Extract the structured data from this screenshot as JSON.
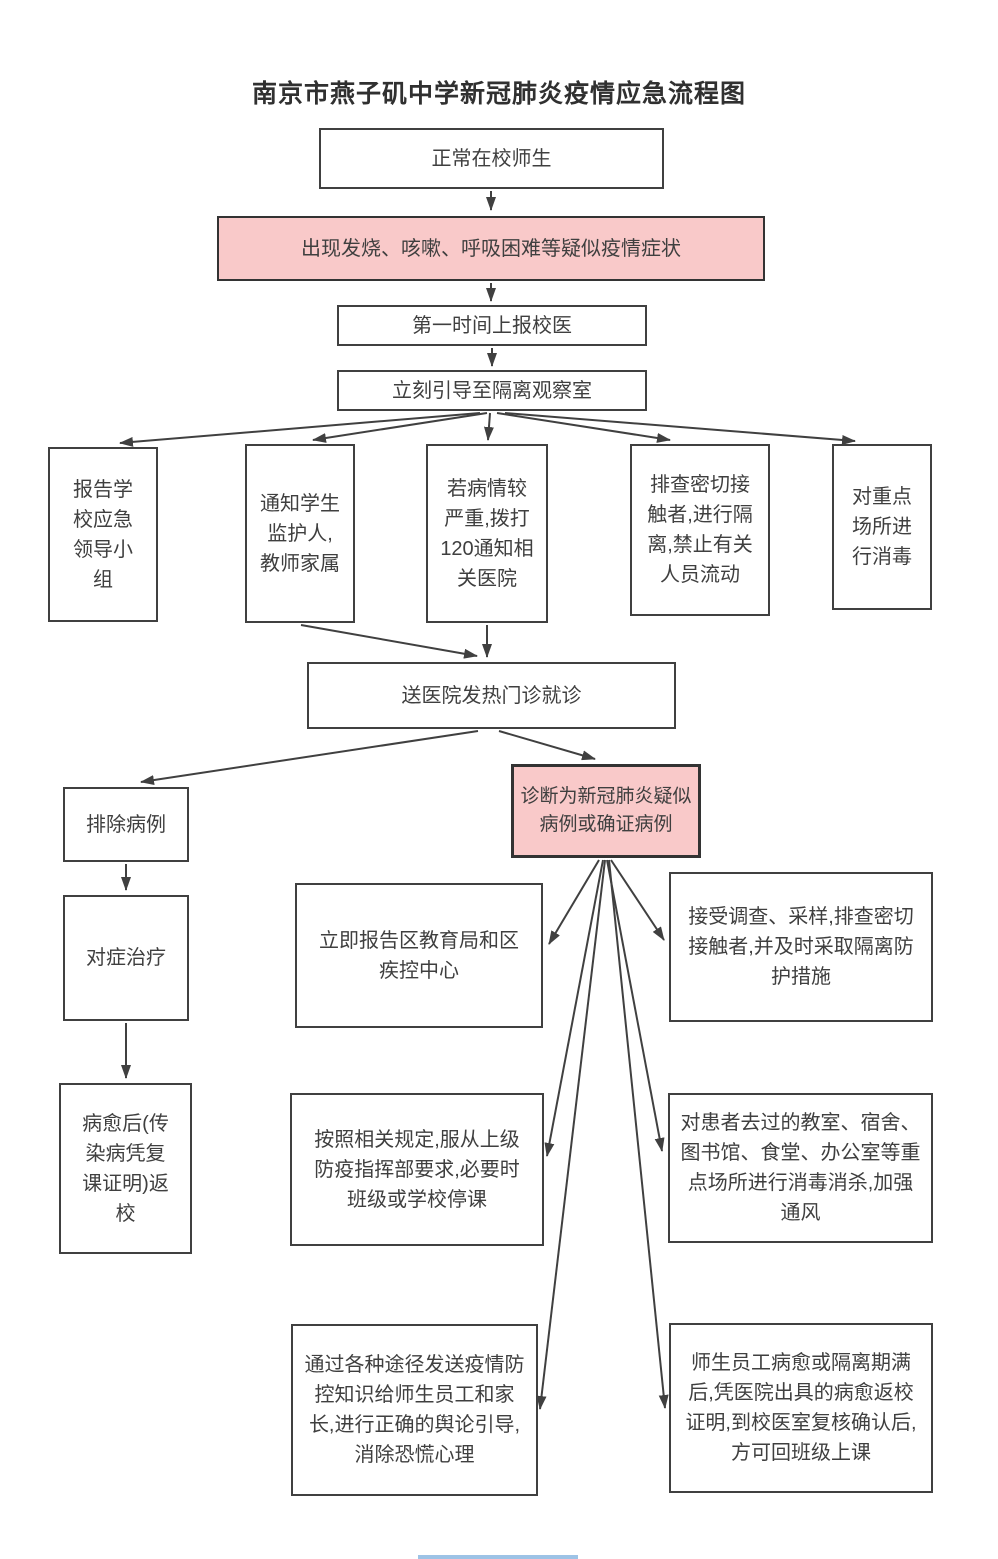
{
  "title": "南京市燕子矶中学新冠肺炎疫情应急流程图",
  "colors": {
    "highlight_fill": "#f9c9c9",
    "box_border": "#404040",
    "text": "#3f3f3f",
    "arrow": "#404040",
    "bottom_bar": "#9dc3e6"
  },
  "nodes": {
    "normal_students": "正常在校师生",
    "symptoms": "出现发烧、咳嗽、呼吸困难等疑似疫情症状",
    "report_doctor": "第一时间上报校医",
    "guide_isolation": "立刻引导至隔离观察室",
    "report_leaders": "报告学校应急领导小组",
    "notify_guardians": "通知学生监护人,教师家属",
    "call_120": "若病情较严重,拨打120通知相关医院",
    "screen_contacts": "排查密切接触者,进行隔离,禁止有关人员流动",
    "disinfect_key": "对重点场所进行消毒",
    "fever_clinic": "送医院发热门诊就诊",
    "excluded_case": "排除病例",
    "treatment": "对症治疗",
    "return_school": "病愈后(传染病凭复课证明)返校",
    "diagnosed": "诊断为新冠肺炎疑似病例或确证病例",
    "report_bureau": "立即报告区教育局和区疾控中心",
    "investigation": "接受调查、采样,排查密切接触者,并及时采取隔离防护措施",
    "follow_rules": "按照相关规定,服从上级防疫指挥部要求,必要时班级或学校停课",
    "disinfect_places": "对患者去过的教室、宿舍、图书馆、食堂、办公室等重点场所进行消毒消杀,加强通风",
    "publicity": "通过各种途径发送疫情防控知识给师生员工和家长,进行正确的舆论引导,消除恐慌心理",
    "return_class": "师生员工病愈或隔离期满后,凭医院出具的病愈返校证明,到校医室复核确认后,方可回班级上课"
  }
}
